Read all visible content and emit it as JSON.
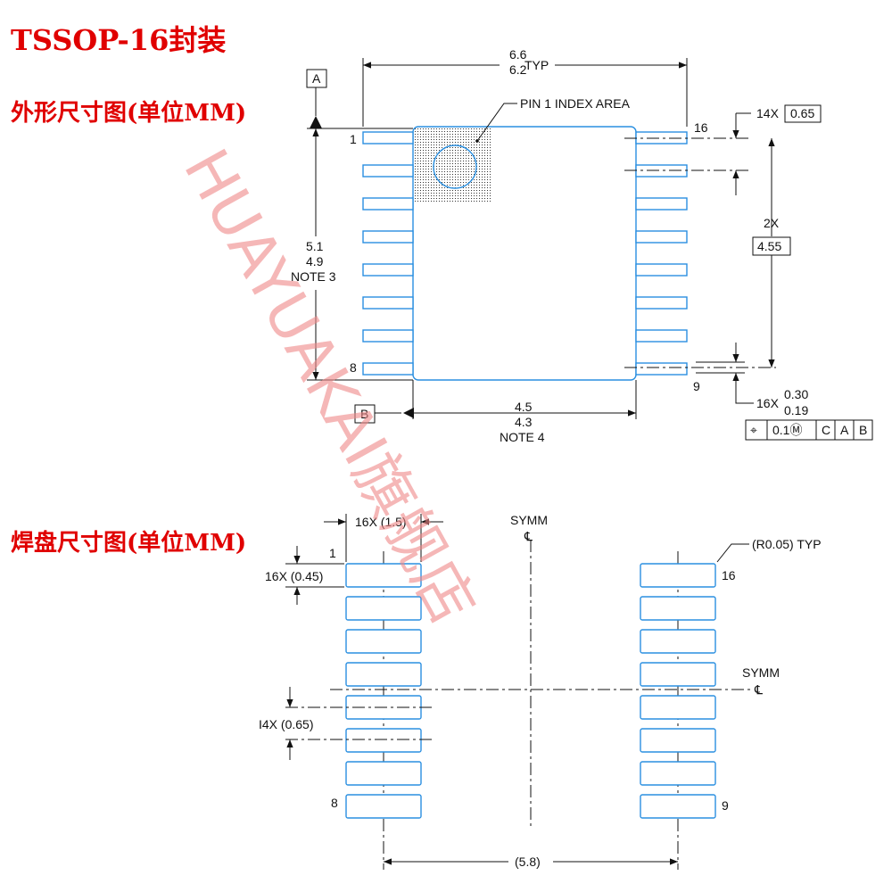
{
  "title": "TSSOP-16封装",
  "outline": {
    "heading": "外形尺寸图(单位MM)",
    "body_width": {
      "max": "6.6",
      "min": "6.2",
      "suffix": "TYP"
    },
    "pin1_label": "PIN 1 INDEX AREA",
    "datum_a": "A",
    "datum_b": "B",
    "length": {
      "max": "5.1",
      "min": "4.9",
      "note": "NOTE 3"
    },
    "width": {
      "max": "4.5",
      "min": "4.3",
      "note": "NOTE 4"
    },
    "pin_labels": {
      "p1": "1",
      "p8": "8",
      "p9": "9",
      "p16": "16"
    },
    "pitch": {
      "count": "14X",
      "value": "0.65"
    },
    "span": {
      "count": "2X",
      "value": "4.55"
    },
    "lead_width": {
      "count": "16X",
      "max": "0.30",
      "min": "0.19"
    },
    "tolerance_frame": [
      "⌖",
      "0.1Ⓜ",
      "C",
      "A",
      "B"
    ]
  },
  "land_pattern": {
    "heading": "焊盘尺寸图(单位MM)",
    "pad_length": "16X (1.5)",
    "pad_width": "16X (0.45)",
    "pitch": "I4X (0.65)",
    "symm": "SYMM",
    "centerline_symbol": "℄",
    "corner_radius": "(R0.05) TYP",
    "row_spacing": "(5.8)",
    "pin_labels": {
      "p1": "1",
      "p8": "8",
      "p9": "9",
      "p16": "16"
    }
  },
  "watermark": "HUAYUAKAI旗舰店",
  "colors": {
    "heading": "#e00000",
    "pin_outline": "#2a8fe0",
    "watermark": "#f08888"
  }
}
